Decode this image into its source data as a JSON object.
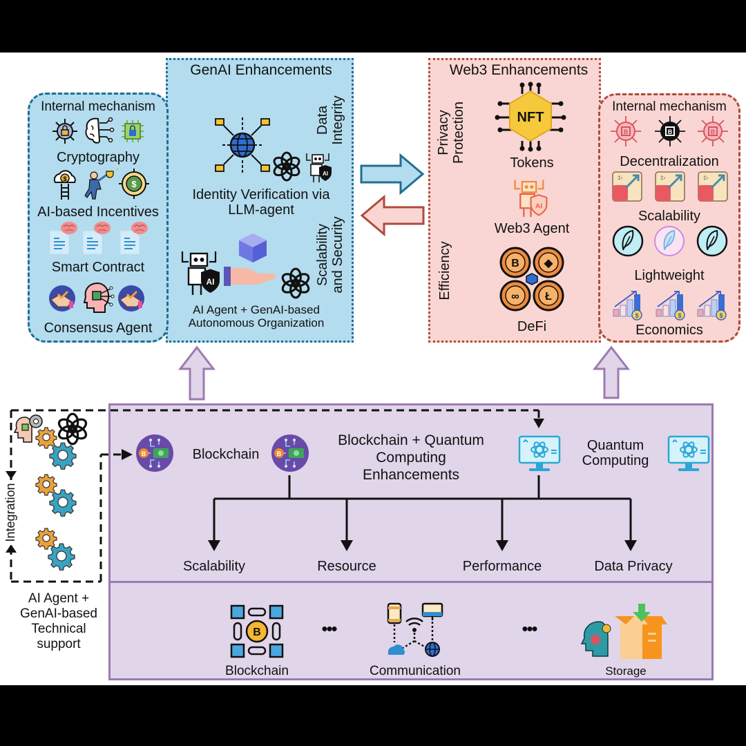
{
  "colors": {
    "genai_fill": "#b3dcee",
    "genai_border": "#1f6f93",
    "web3_fill": "#f9d6d3",
    "web3_border": "#b04a3c",
    "base_fill": "#e1d5ea",
    "base_border": "#9a7bb0",
    "black": "#000000"
  },
  "genai_internal": {
    "title": "Internal mechanism",
    "items": [
      {
        "label": "Cryptography",
        "icons": [
          "lock-network-icon",
          "brain-circuit-icon",
          "chip-lock-icon"
        ]
      },
      {
        "label": "AI-based Incentives",
        "icons": [
          "cloud-ladder-coin-icon",
          "businessman-trophy-icon",
          "money-target-icon"
        ]
      },
      {
        "label": "Smart Contract",
        "icons": [
          "document-brain-icon",
          "document-brain-icon",
          "document-brain-icon"
        ]
      },
      {
        "label": "Consensus Agent",
        "icons": [
          "handshake-check-icon",
          "head-chip-icon",
          "handshake-check-icon"
        ]
      }
    ]
  },
  "genai": {
    "title": "GenAI Enhancements",
    "side_labels": [
      "Data Integrity",
      "Scalability and Security"
    ],
    "side_label_lines": [
      [
        "Data",
        "Integrity"
      ],
      [
        "Scalability",
        "and Security"
      ]
    ],
    "identity": {
      "line1": "Identity Verification via",
      "line2": "LLM-agent"
    },
    "autonomous": {
      "line1": "AI Agent + GenAI-based",
      "line2": "Autonomous Organization"
    }
  },
  "web3": {
    "title": "Web3 Enhancements",
    "side_label_lines": [
      [
        "Privacy",
        "Protection"
      ],
      [
        "Efficiency"
      ]
    ],
    "nft_text": "NFT",
    "items": [
      "Tokens",
      "Web3 Agent",
      "DeFi"
    ]
  },
  "web3_internal": {
    "title": "Internal mechanism",
    "items": [
      "Decentralization",
      "Scalability",
      "Lightweight",
      "Economics"
    ]
  },
  "base": {
    "blockchain_label": "Blockchain",
    "center_title": [
      "Blockchain + Quantum",
      "Computing",
      "Enhancements"
    ],
    "quantum_label": [
      "Quantum",
      "Computing"
    ],
    "outcomes": [
      "Scalability",
      "Resource",
      "Performance",
      "Data Privacy"
    ],
    "infrastructure": [
      "Blockchain",
      "Communication",
      "Storage"
    ],
    "ellipsis": "•••"
  },
  "support": {
    "integration_label": "Integration",
    "caption": [
      "AI Agent +",
      "GenAI-based",
      "Technical",
      "support"
    ]
  }
}
